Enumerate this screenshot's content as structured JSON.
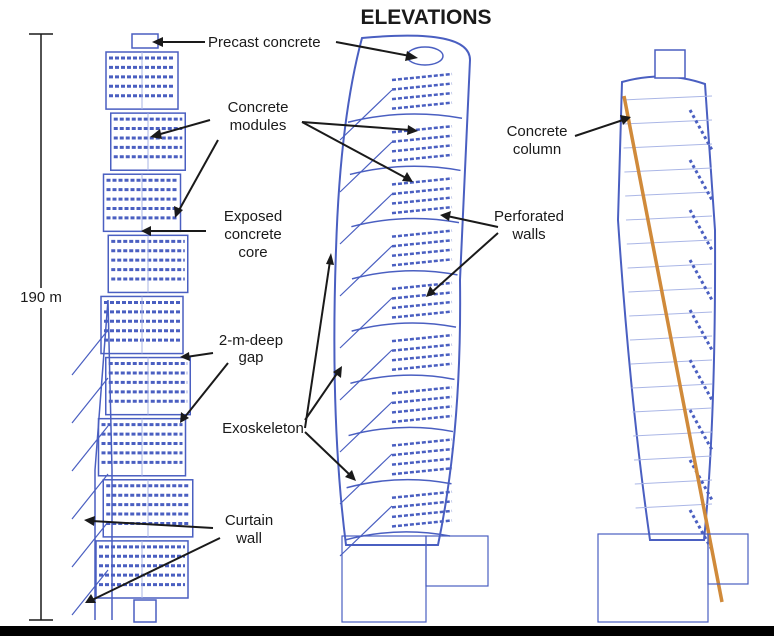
{
  "title": "ELEVATIONS",
  "height_label": "190 m",
  "labels": {
    "precast": "Precast concrete",
    "modules_1": "Concrete",
    "modules_2": "modules",
    "core_1": "Exposed",
    "core_2": "concrete",
    "core_3": "core",
    "gap_1": "2-m-deep",
    "gap_2": "gap",
    "exoskeleton": "Exoskeleton",
    "curtain_1": "Curtain",
    "curtain_2": "wall",
    "perforated_1": "Perforated",
    "perforated_2": "walls",
    "column_1": "Concrete",
    "column_2": "column"
  },
  "colors": {
    "structure": "#4a5fc1",
    "structure_light": "#aab6e6",
    "column": "#d08a3a",
    "text": "#1a1a1a",
    "bottom_bar": "#000000"
  }
}
